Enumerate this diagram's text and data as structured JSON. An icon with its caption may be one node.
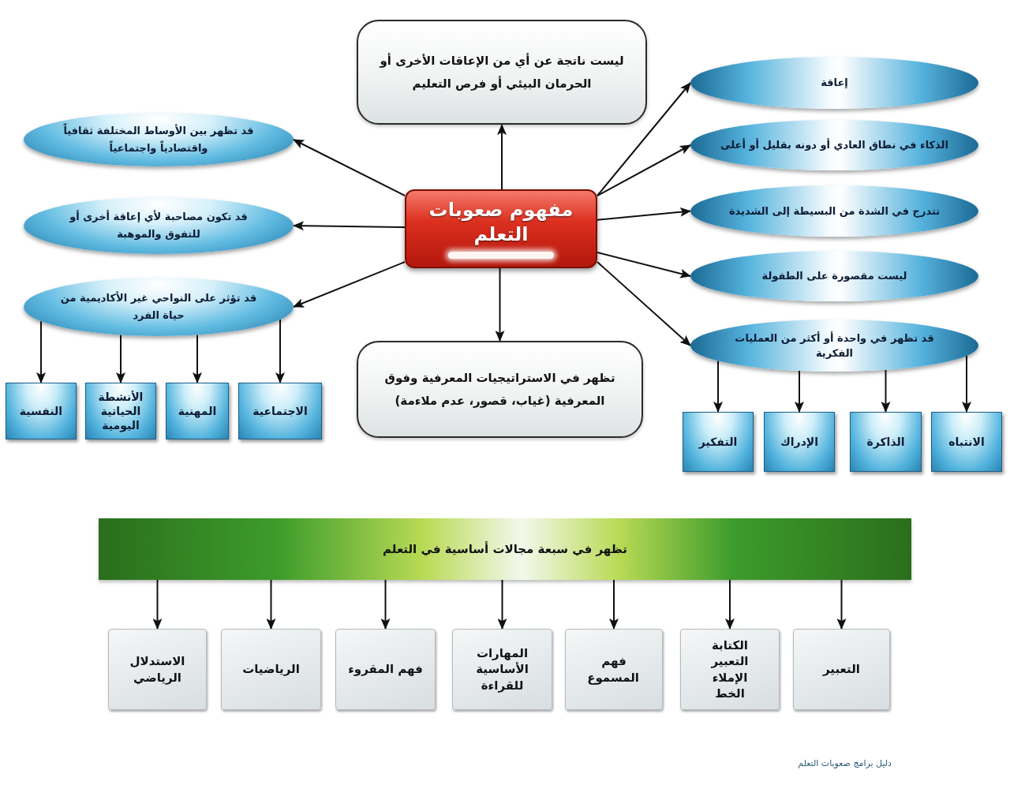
{
  "diagram": {
    "nodes": [
      {
        "text": [
          "مفهوم صعوبات التعلم"
        ]
      },
      {
        "text": [
          "ليست ناتجة عن أي من الإعاقات الأخرى أو الحرمان البيئي أو فرص التعليم"
        ]
      },
      {
        "text": [
          "تظهر في الاستراتيجيات المعرفية وفوق المعرفية (غياب، قصور، عدم ملاءمة)"
        ]
      },
      {
        "text": [
          "إعاقة"
        ]
      },
      {
        "text": [
          "الذكاء في نطاق العادي أو دونه بقليل أو أعلى"
        ]
      },
      {
        "text": [
          "تتدرج في الشدة من البسيطة إلى الشديدة"
        ]
      },
      {
        "text": [
          "ليست مقصورة على الطفولة"
        ]
      },
      {
        "text": [
          "قد تظهر في واحدة أو أكثر من العمليات الفكرية"
        ]
      },
      {
        "text": [
          "الانتباه"
        ]
      },
      {
        "text": [
          "الذاكرة"
        ]
      },
      {
        "text": [
          "الإدراك"
        ]
      },
      {
        "text": [
          "التفكير"
        ]
      },
      {
        "text": [
          "قد تظهر بين الأوساط المختلفة ثقافياً واقتصادياً واجتماعياً"
        ]
      },
      {
        "text": [
          "قد تكون مصاحبة لأي إعاقة أخرى أو للتفوق والموهبة"
        ]
      },
      {
        "text": [
          "قد تؤثر على النواحي غير الأكاديمية من حياة الفرد"
        ]
      },
      {
        "text": [
          "الاجتماعية"
        ]
      },
      {
        "text": [
          "المهنية"
        ]
      },
      {
        "text": [
          "الأنشطة الحياتية اليومية"
        ]
      },
      {
        "text": [
          "النفسية"
        ]
      },
      {
        "text": [
          "تظهر في سبعة مجالات أساسية في التعلم"
        ]
      },
      {
        "text": [
          "التعبير"
        ]
      },
      {
        "text": [
          "الكتابة التعبير الإملاء الخط"
        ]
      },
      {
        "text": [
          "فهم المسموع"
        ]
      },
      {
        "text": [
          "المهارات الأساسية للقراءة"
        ]
      },
      {
        "text": [
          "فهم المقروء"
        ]
      },
      {
        "text": [
          "الرياضيات"
        ]
      },
      {
        "text": [
          "الاستدلال الرياضي"
        ]
      }
    ],
    "edges": [
      {
        "from": 0,
        "to": 1,
        "arrow": "to"
      },
      {
        "from": 0,
        "to": 2,
        "arrow": "to"
      },
      {
        "from": 0,
        "to": 3,
        "arrow": "to"
      },
      {
        "from": 0,
        "to": 4,
        "arrow": "to"
      },
      {
        "from": 0,
        "to": 5,
        "arrow": "to"
      },
      {
        "from": 0,
        "to": 6,
        "arrow": "to"
      },
      {
        "from": 0,
        "to": 7,
        "arrow": "to"
      },
      {
        "from": 7,
        "to": 8,
        "arrow": "to"
      },
      {
        "from": 7,
        "to": 9,
        "arrow": "to"
      },
      {
        "from": 7,
        "to": 10,
        "arrow": "to"
      },
      {
        "from": 7,
        "to": 11,
        "arrow": "to"
      },
      {
        "from": 0,
        "to": 12,
        "arrow": "to"
      },
      {
        "from": 0,
        "to": 13,
        "arrow": "to"
      },
      {
        "from": 0,
        "to": 14,
        "arrow": "to"
      },
      {
        "from": 14,
        "to": 15,
        "arrow": "to"
      },
      {
        "from": 14,
        "to": 16,
        "arrow": "to"
      },
      {
        "from": 14,
        "to": 17,
        "arrow": "to"
      },
      {
        "from": 14,
        "to": 18,
        "arrow": "to"
      },
      {
        "from": 19,
        "to": 20,
        "arrow": "to"
      },
      {
        "from": 19,
        "to": 21,
        "arrow": "to"
      },
      {
        "from": 19,
        "to": 22,
        "arrow": "to"
      },
      {
        "from": 19,
        "to": 23,
        "arrow": "to"
      },
      {
        "from": 19,
        "to": 24,
        "arrow": "to"
      },
      {
        "from": 19,
        "to": 25,
        "arrow": "to"
      },
      {
        "from": 19,
        "to": 26,
        "arrow": "to"
      }
    ],
    "labels": [
      "دليل برامج صعوبات التعلم"
    ]
  }
}
